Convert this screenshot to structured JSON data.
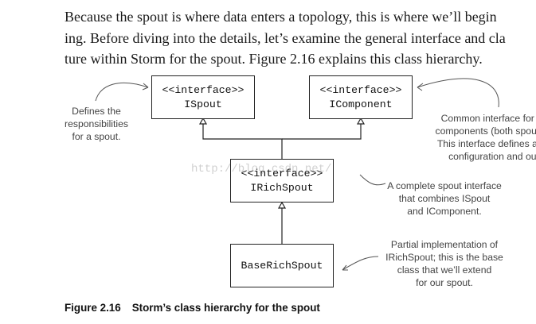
{
  "body_text": {
    "lines": [
      "Because the spout is where data enters a topology, this is where we’ll begin",
      "ing. Before diving into the details, let’s examine the general interface and cla",
      "ture within Storm for the spout. Figure 2.16 explains this class hierarchy."
    ]
  },
  "diagram": {
    "classes": {
      "ispout": {
        "stereotype": "<<interface>>",
        "name": "ISpout"
      },
      "icomponent": {
        "stereotype": "<<interface>>",
        "name": "IComponent"
      },
      "irichspout": {
        "stereotype": "<<interface>>",
        "name": "IRichSpout"
      },
      "baserichspout": {
        "name": "BaseRichSpout"
      }
    },
    "notes": {
      "ispout": [
        "Defines the",
        "responsibilities",
        "for a spout."
      ],
      "icomponent": [
        "Common interface for all",
        "components (both spouts a",
        "This interface defines a co",
        "configuration and out"
      ],
      "irichspout": [
        "A complete spout interface",
        "that combines ISpout",
        "and IComponent."
      ],
      "baserichspout": [
        "Partial implementation of",
        "IRichSpout; this is the base",
        "class that we’ll extend",
        "for our spout."
      ]
    },
    "watermark": "http://blog.csdn.net/"
  },
  "caption": {
    "label": "Figure 2.16",
    "text": "Storm’s class hierarchy for the spout"
  }
}
